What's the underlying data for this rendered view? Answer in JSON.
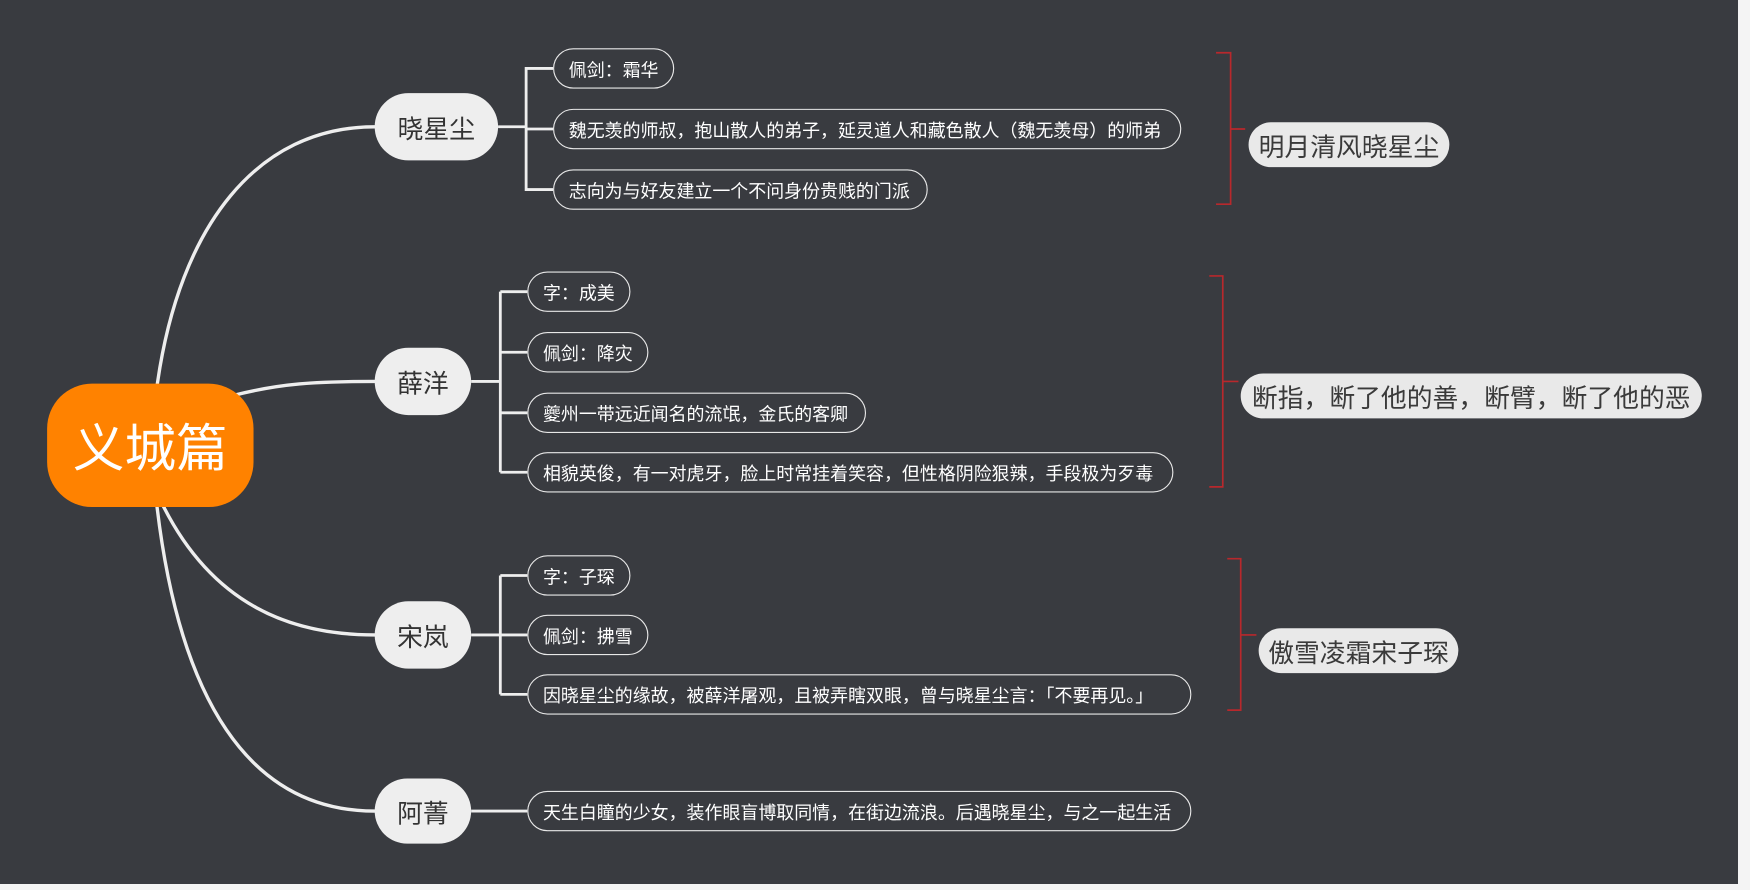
{
  "root": {
    "label": "义城篇"
  },
  "branches": [
    {
      "label": "晓星尘",
      "leaves": [
        "佩剑：霜华",
        "魏无羡的师叔，抱山散人的弟子，延灵道人和藏色散人（魏无羡母）的师弟",
        "志向为与好友建立一个不问身份贵贱的门派"
      ]
    },
    {
      "label": "薛洋",
      "leaves": [
        "字：成美",
        "佩剑：降灾",
        "夔州一带远近闻名的流氓，金氏的客卿",
        "相貌英俊，有一对虎牙，脸上时常挂着笑容，但性格阴险狠辣，手段极为歹毒"
      ]
    },
    {
      "label": "宋岚",
      "leaves": [
        "字：子琛",
        "佩剑：拂雪",
        "因晓星尘的缘故，被薛洋屠观，且被弄瞎双眼，曾与晓星尘言：「不要再见。」"
      ]
    },
    {
      "label": "阿菁",
      "leaves": [
        "天生白瞳的少女，装作眼盲博取同情，在街边流浪。后遇晓星尘，与之一起生活"
      ]
    }
  ],
  "summaries": [
    "明月清风晓星尘",
    "断指，断了他的善，断臂，断了他的恶",
    "傲雪凌霜宋子琛"
  ],
  "colors": {
    "background": "#393b40",
    "root": "#ff8200",
    "branch": "#eeeeee",
    "bracket": "#b8282c",
    "line": "#eeeeee"
  }
}
